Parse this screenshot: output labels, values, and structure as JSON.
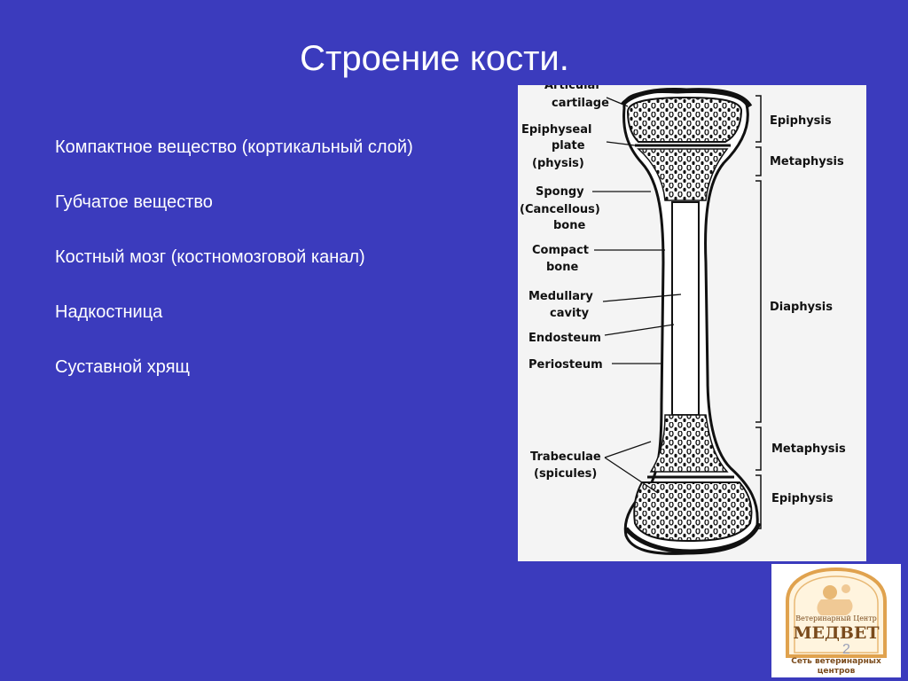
{
  "slide": {
    "title": "Строение кости.",
    "bullets": [
      "Компактное вещество (кортикальный слой)",
      "Губчатое вещество",
      "Костный мозг (костномозговой канал)",
      "Надкостница",
      "Суставной хрящ"
    ],
    "page_number": "2"
  },
  "diagram": {
    "left_labels": [
      [
        "Articular",
        "cartilage"
      ],
      [
        "Epiphyseal",
        "plate",
        "(physis)"
      ],
      [
        "Spongy",
        "(Cancellous)",
        "bone"
      ],
      [
        "Compact",
        "bone"
      ],
      [
        "Medullary",
        "cavity"
      ],
      [
        "Endosteum"
      ],
      [
        "Periosteum"
      ],
      [
        "Trabeculae",
        "(spicules)"
      ]
    ],
    "right_labels": [
      "Epiphysis",
      "Metaphysis",
      "Diaphysis",
      "Metaphysis",
      "Epiphysis"
    ]
  },
  "logo": {
    "line1": "Ветеринарный Центр",
    "brand": "МЕДВЕТ",
    "tagline1": "Сеть ветеринарных",
    "tagline2": "центров",
    "colors": {
      "frame": "#e0a24e",
      "text": "#7a4b1c",
      "fill": "#fff4de"
    }
  }
}
